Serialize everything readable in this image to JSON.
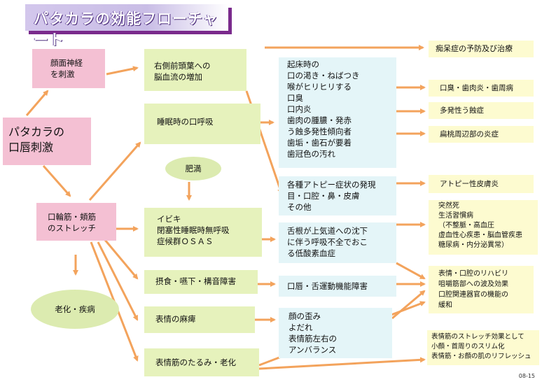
{
  "title": "パタカラの効能フローチャート",
  "page_code": "08-15",
  "colors": {
    "arrow": "#f3a35c",
    "pink": "#f4c0d3",
    "green": "#e6f2bc",
    "cyan": "#e4f5f8",
    "yellow": "#fdfbd0",
    "title_shadow": "#7a2a8c"
  },
  "start": [
    "パタカラの",
    "口唇刺激"
  ],
  "facial_nerve": [
    "顔面神経",
    "を刺激"
  ],
  "lip_stretch": [
    "口輪筋・頬筋",
    "のストレッチ"
  ],
  "aging": "老化・疾病",
  "obesity": "肥満",
  "mid": {
    "frontal": [
      "右側前頭葉への",
      "脳血流の増加"
    ],
    "mouth_breathing": "睡眠時の口呼吸",
    "snoring": [
      "イビキ",
      "閉塞性睡眠時無呼吸",
      "症候群ＯＳＡＳ"
    ],
    "swallow": "摂食・嚥下・構音障害",
    "paralysis": "表情の麻痺",
    "sagging": "表情筋のたるみ・老化"
  },
  "effects": {
    "mouth_symptoms": [
      "起床時の",
      "口の渇き・ねばつき",
      "喉がヒリヒリする",
      "口臭",
      "口内炎",
      "歯肉の腫膿・発赤",
      "う蝕多発性傾向者",
      "歯垢・歯石が要着",
      "歯冠色の汚れ"
    ],
    "atopy": [
      "各種アトピー症状の発現",
      "目・口腔・鼻・皮膚",
      "その他"
    ],
    "tongue": [
      "舌根が上気道への沈下",
      "に伴う呼吸不全でおこ",
      "る低酸素血症"
    ],
    "lip_tongue": "口唇・舌運動機能障害",
    "face_distort": [
      "顔の歪み",
      "よだれ",
      "表情筋左右の",
      "アンバランス"
    ]
  },
  "outcomes": {
    "dementia": "痴呆症の予防及び治療",
    "halitosis": "口臭・歯肉炎・歯周病",
    "caries": "多発性う蝕症",
    "tonsil": "扁桃周辺部の炎症",
    "atopic_derm": "アトピー性皮膚炎",
    "lifestyle": [
      "突然死",
      "生活習慣病",
      "（不整脈・高血圧",
      "虚血性心疾患・脳血管疾患",
      "糖尿病・内分泌異常）"
    ],
    "rehab": [
      "表情・口腔のリハビリ",
      "咀嚼筋部への波及効果",
      "口腔関連器官の機能の",
      "緩和"
    ],
    "stretch_effect": [
      "表情筋のストレッチ効果として",
      "小顔・首周りのスリム化",
      "表情筋・お顔の肌のリフレッシュ"
    ]
  }
}
